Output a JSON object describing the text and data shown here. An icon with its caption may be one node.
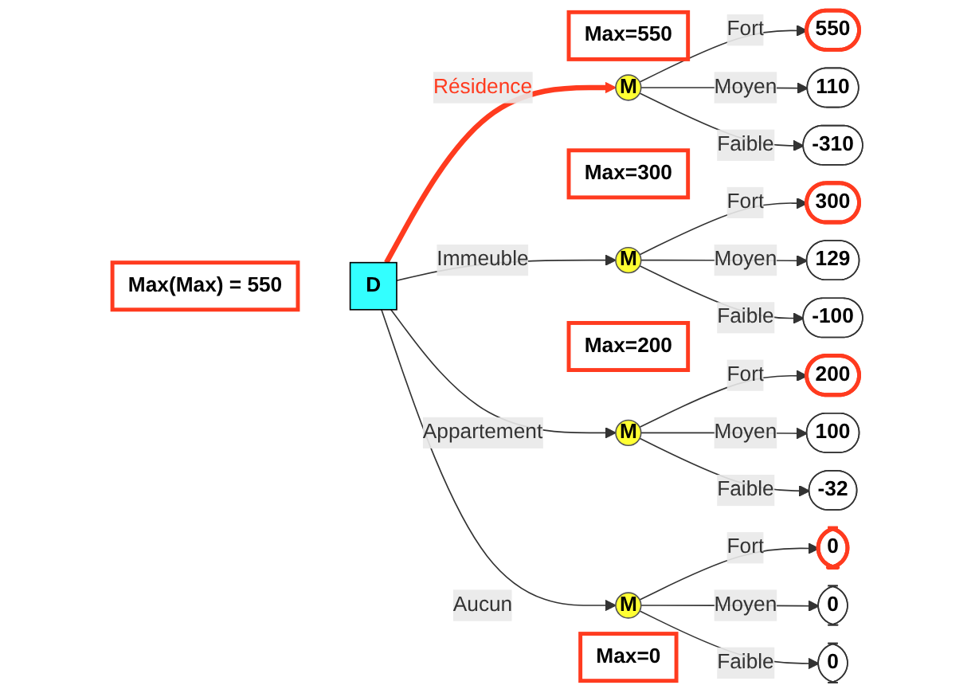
{
  "diagram": {
    "nodes": [
      {
        "text": [
          "Max(Max) = 550"
        ]
      },
      {
        "text": [
          "D"
        ]
      },
      {
        "text": [
          "Max=550"
        ]
      },
      {
        "text": [
          "M"
        ]
      },
      {
        "text": [
          "550"
        ]
      },
      {
        "text": [
          "110"
        ]
      },
      {
        "text": [
          "-310"
        ]
      },
      {
        "text": [
          "Max=300"
        ]
      },
      {
        "text": [
          "M"
        ]
      },
      {
        "text": [
          "300"
        ]
      },
      {
        "text": [
          "129"
        ]
      },
      {
        "text": [
          "-100"
        ]
      },
      {
        "text": [
          "Max=200"
        ]
      },
      {
        "text": [
          "M"
        ]
      },
      {
        "text": [
          "200"
        ]
      },
      {
        "text": [
          "100"
        ]
      },
      {
        "text": [
          "-32"
        ]
      },
      {
        "text": [
          "M"
        ]
      },
      {
        "text": [
          "0"
        ]
      },
      {
        "text": [
          "0"
        ]
      },
      {
        "text": [
          "0"
        ]
      },
      {
        "text": [
          "Max=0"
        ]
      }
    ],
    "edges": [
      {
        "from": 1,
        "to": 3,
        "label": "Résidence",
        "arrow": "to",
        "style": "thick",
        "color": "#ff3b1f"
      },
      {
        "from": 1,
        "to": 8,
        "label": "Immeuble",
        "arrow": "to"
      },
      {
        "from": 1,
        "to": 13,
        "label": "Appartement",
        "arrow": "to"
      },
      {
        "from": 1,
        "to": 17,
        "label": "Aucun",
        "arrow": "to"
      },
      {
        "from": 3,
        "to": 4,
        "label": "Fort",
        "arrow": "to"
      },
      {
        "from": 3,
        "to": 5,
        "label": "Moyen",
        "arrow": "to"
      },
      {
        "from": 3,
        "to": 6,
        "label": "Faible",
        "arrow": "to"
      },
      {
        "from": 8,
        "to": 9,
        "label": "Fort",
        "arrow": "to"
      },
      {
        "from": 8,
        "to": 10,
        "label": "Moyen",
        "arrow": "to"
      },
      {
        "from": 8,
        "to": 11,
        "label": "Faible",
        "arrow": "to"
      },
      {
        "from": 13,
        "to": 14,
        "label": "Fort",
        "arrow": "to"
      },
      {
        "from": 13,
        "to": 15,
        "label": "Moyen",
        "arrow": "to"
      },
      {
        "from": 13,
        "to": 16,
        "label": "Faible",
        "arrow": "to"
      },
      {
        "from": 17,
        "to": 18,
        "label": "Fort",
        "arrow": "to"
      },
      {
        "from": 17,
        "to": 19,
        "label": "Moyen",
        "arrow": "to"
      },
      {
        "from": 17,
        "to": 20,
        "label": "Faible",
        "arrow": "to"
      }
    ]
  }
}
